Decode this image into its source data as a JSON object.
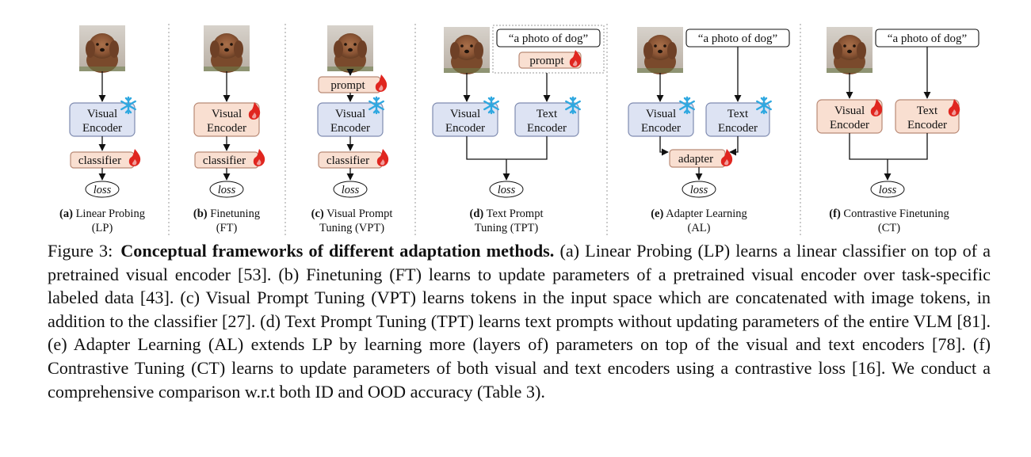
{
  "labels": {
    "visual_encoder": [
      "Visual",
      "Encoder"
    ],
    "text_encoder": [
      "Text",
      "Encoder"
    ],
    "classifier": "classifier",
    "prompt": "prompt",
    "adapter": "adapter",
    "loss": "loss",
    "text_input": "“a photo of dog”"
  },
  "icons": {
    "frozen": "snowflake-icon",
    "trainable": "flame-icon",
    "input_image": "dog-photo"
  },
  "colors": {
    "frozen_fill": "#dde3f3",
    "frozen_stroke": "#7f8bb0",
    "trainable_fill": "#f9dfd1",
    "trainable_stroke": "#b98a76",
    "snowflake": "#2fa8e0",
    "flame": "#e0261f"
  },
  "panels": [
    {
      "tag": "(a)",
      "name": "Linear Probing",
      "abbr": "(LP)"
    },
    {
      "tag": "(b)",
      "name": "Finetuning",
      "abbr": "(FT)"
    },
    {
      "tag": "(c)",
      "name": "Visual Prompt",
      "name2": "Tuning (VPT)"
    },
    {
      "tag": "(d)",
      "name": "Text Prompt",
      "name2": "Tuning (TPT)"
    },
    {
      "tag": "(e)",
      "name": "Adapter Learning",
      "abbr": "(AL)"
    },
    {
      "tag": "(f)",
      "name": "Contrastive Finetuning",
      "abbr": "(CT)"
    }
  ],
  "caption": {
    "label": "Figure 3:",
    "title": "Conceptual frameworks of different adaptation methods.",
    "body": "(a) Linear Probing (LP) learns a linear classifier on top of a pretrained visual encoder [53]. (b) Finetuning (FT) learns to update parameters of a pretrained visual encoder over task-specific labeled data [43]. (c) Visual Prompt Tuning (VPT) learns tokens in the input space which are concatenated with image tokens, in addition to the classifier [27]. (d) Text Prompt Tuning (TPT) learns text prompts without updating parameters of the entire VLM [81]. (e) Adapter Learning (AL) extends LP by learning more (layers of) parameters on top of the visual and text encoders [78]. (f) Contrastive Tuning (CT) learns to update parameters of both visual and text encoders using a contrastive loss [16]. We conduct a comprehensive comparison w.r.t both ID and OOD accuracy (Table 3)."
  }
}
